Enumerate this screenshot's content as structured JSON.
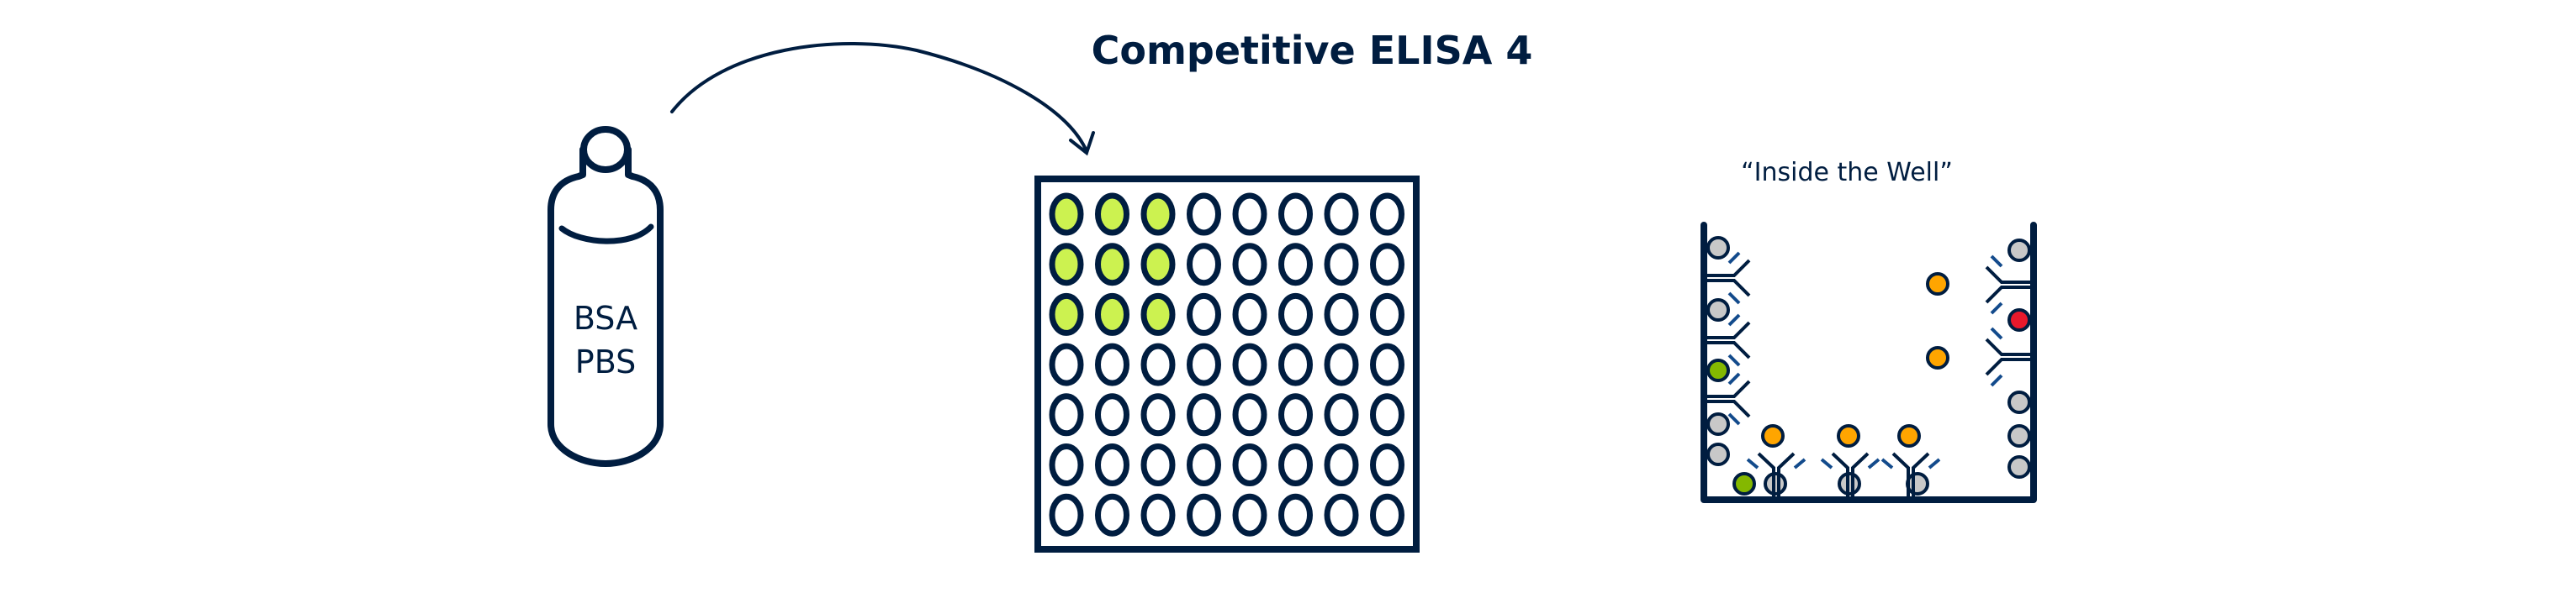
{
  "title": "Competitive ELISA 4",
  "colors": {
    "navy": "#001d40",
    "well_fill_green": "#ccf250",
    "antibody_blue": "#134b8c",
    "gray_protein": "#c8c8c8",
    "orange_antigen": "#ffa500",
    "green_antigen": "#84b800",
    "red_antigen": "#e8192c"
  },
  "bottle": {
    "label_line1": "BSA",
    "label_line2": "PBS"
  },
  "arrow": {
    "from": "bottle",
    "to": "plate"
  },
  "plate": {
    "rows": 7,
    "columns": 8,
    "filled_wells": [
      {
        "row": 0,
        "col": 0
      },
      {
        "row": 0,
        "col": 1
      },
      {
        "row": 0,
        "col": 2
      },
      {
        "row": 1,
        "col": 0
      },
      {
        "row": 1,
        "col": 1
      },
      {
        "row": 1,
        "col": 2
      },
      {
        "row": 2,
        "col": 0
      },
      {
        "row": 2,
        "col": 1
      },
      {
        "row": 2,
        "col": 2
      }
    ]
  },
  "inside_well": {
    "title": "“Inside the Well”",
    "left_wall_items": [
      "gray",
      "antibody",
      "gray",
      "antibody",
      "green",
      "antibody",
      "gray",
      "gray"
    ],
    "right_wall_items": [
      "gray",
      "antibody+orange",
      "red",
      "antibody+orange",
      "gray",
      "gray",
      "gray"
    ],
    "bottom_items": [
      "green",
      "gray",
      "antibody+orange",
      "gray",
      "antibody+orange",
      "gray",
      "antibody+orange"
    ]
  }
}
